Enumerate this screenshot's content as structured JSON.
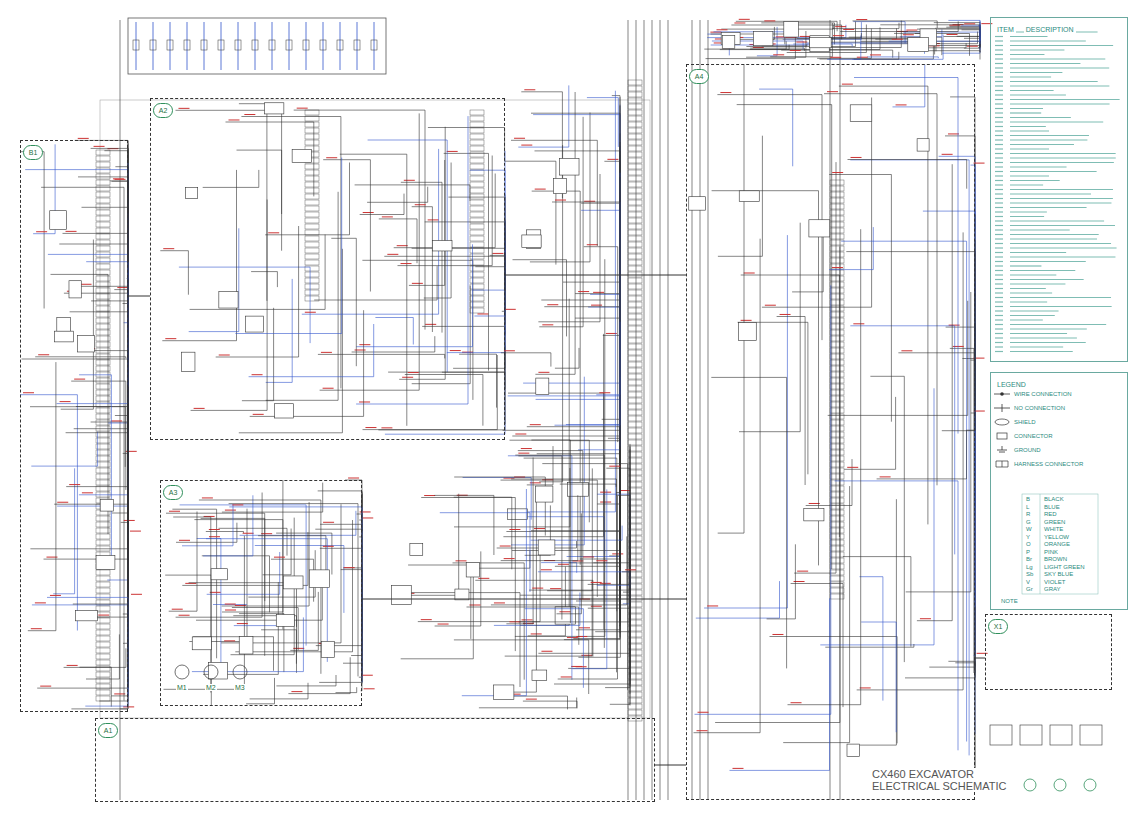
{
  "diagram": {
    "title": "CX460 EXCAVATOR ELECTRICAL SCHEMATIC",
    "nodes": [
      {
        "text": [
          "B1"
        ]
      },
      {
        "text": [
          "A2"
        ]
      },
      {
        "text": [
          "A3"
        ]
      },
      {
        "text": [
          "A4"
        ]
      },
      {
        "text": [
          "A1"
        ]
      },
      {
        "text": [
          "ITEM",
          "DESCRIPTION"
        ]
      },
      {
        "text": [
          "LEGEND"
        ]
      },
      {
        "text": [
          "X1"
        ]
      }
    ],
    "edges": [
      {
        "from": 0,
        "to": 1,
        "arrow": "none"
      },
      {
        "from": 1,
        "to": 3,
        "arrow": "none"
      },
      {
        "from": 2,
        "to": 3,
        "arrow": "none"
      },
      {
        "from": 4,
        "to": 3,
        "arrow": "none"
      },
      {
        "from": 3,
        "to": 7,
        "arrow": "none"
      }
    ],
    "labels": [
      "B",
      "BLACK",
      "L",
      "BLUE",
      "R",
      "RED",
      "G",
      "GREEN",
      "W",
      "WHITE",
      "Y",
      "YELLOW",
      "O",
      "ORANGE",
      "P",
      "PINK",
      "Br",
      "BROWN",
      "Lg",
      "LIGHT GREEN",
      "Sb",
      "SKY BLUE",
      "V",
      "VIOLET",
      "Gr",
      "GRAY",
      "NOTE",
      "M1",
      "M2",
      "M3"
    ],
    "legend": [
      {
        "text": "WIRE CONNECTION"
      },
      {
        "text": "NO CONNECTION"
      },
      {
        "text": "SHIELD"
      },
      {
        "text": "CONNECTOR"
      },
      {
        "text": "GROUND"
      },
      {
        "text": "HARNESS CONNECTOR"
      }
    ]
  }
}
